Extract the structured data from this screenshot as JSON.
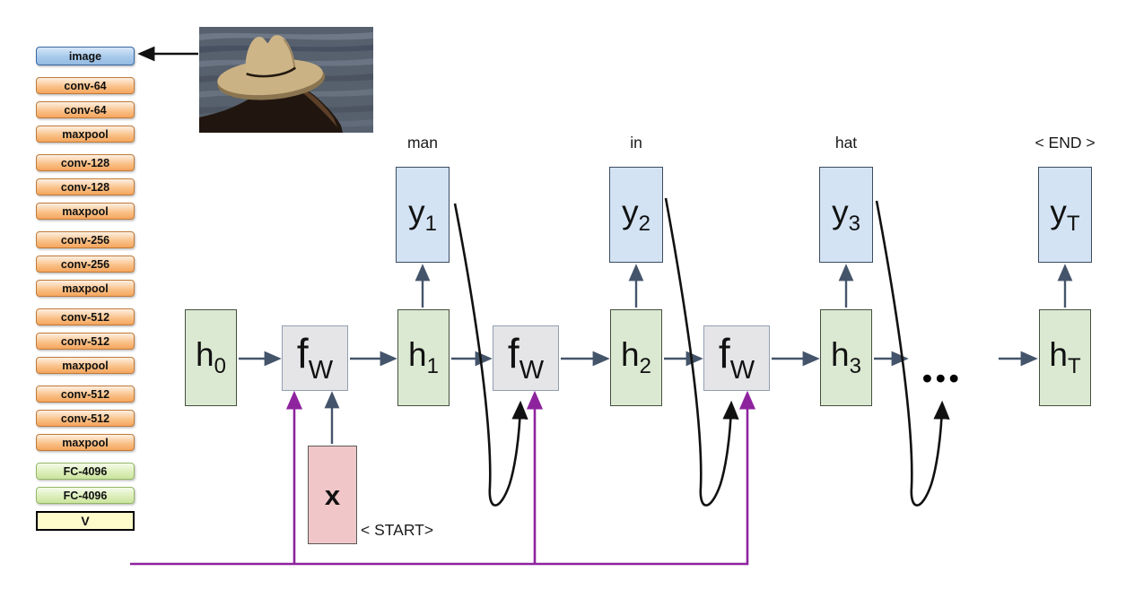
{
  "cnn_stack": {
    "layers": [
      {
        "label": "image",
        "type": "image",
        "new_group": false
      },
      {
        "label": "conv-64",
        "type": "conv",
        "new_group": true
      },
      {
        "label": "conv-64",
        "type": "conv",
        "new_group": false
      },
      {
        "label": "maxpool",
        "type": "conv",
        "new_group": false
      },
      {
        "label": "conv-128",
        "type": "conv",
        "new_group": true
      },
      {
        "label": "conv-128",
        "type": "conv",
        "new_group": false
      },
      {
        "label": "maxpool",
        "type": "conv",
        "new_group": false
      },
      {
        "label": "conv-256",
        "type": "conv",
        "new_group": true
      },
      {
        "label": "conv-256",
        "type": "conv",
        "new_group": false
      },
      {
        "label": "maxpool",
        "type": "conv",
        "new_group": false
      },
      {
        "label": "conv-512",
        "type": "conv",
        "new_group": true
      },
      {
        "label": "conv-512",
        "type": "conv",
        "new_group": false
      },
      {
        "label": "maxpool",
        "type": "conv",
        "new_group": false
      },
      {
        "label": "conv-512",
        "type": "conv",
        "new_group": true
      },
      {
        "label": "conv-512",
        "type": "conv",
        "new_group": false
      },
      {
        "label": "maxpool",
        "type": "conv",
        "new_group": false
      },
      {
        "label": "FC-4096",
        "type": "fc",
        "new_group": true
      },
      {
        "label": "FC-4096",
        "type": "fc",
        "new_group": false
      },
      {
        "label": "V",
        "type": "v",
        "new_group": false
      }
    ]
  },
  "rnn": {
    "hidden_states": [
      {
        "base": "h",
        "sub": "0"
      },
      {
        "base": "h",
        "sub": "1"
      },
      {
        "base": "h",
        "sub": "2"
      },
      {
        "base": "h",
        "sub": "3"
      },
      {
        "base": "h",
        "sub": "T"
      }
    ],
    "cells": [
      {
        "base": "f",
        "sub": "W"
      },
      {
        "base": "f",
        "sub": "W"
      },
      {
        "base": "f",
        "sub": "W"
      }
    ],
    "outputs": [
      {
        "base": "y",
        "sub": "1",
        "word": "man"
      },
      {
        "base": "y",
        "sub": "2",
        "word": "in"
      },
      {
        "base": "y",
        "sub": "3",
        "word": "hat"
      },
      {
        "base": "y",
        "sub": "T",
        "word": "< END >"
      }
    ],
    "input": {
      "base": "x",
      "tag": "< START>"
    },
    "ellipsis": "•••"
  },
  "colors": {
    "conv_box": "#F5A55D",
    "image_box": "#A8C9EB",
    "fc_box": "#CBE49D",
    "v_box": "#FDFBC9",
    "hidden_box": "#DBE9D2",
    "cell_box": "#E5E5E7",
    "output_box": "#D3E3F3",
    "input_box": "#F1C6C8",
    "state_arrow": "#44546A",
    "weight_arrow": "#8E239E",
    "feedback_arrow": "#111111"
  }
}
